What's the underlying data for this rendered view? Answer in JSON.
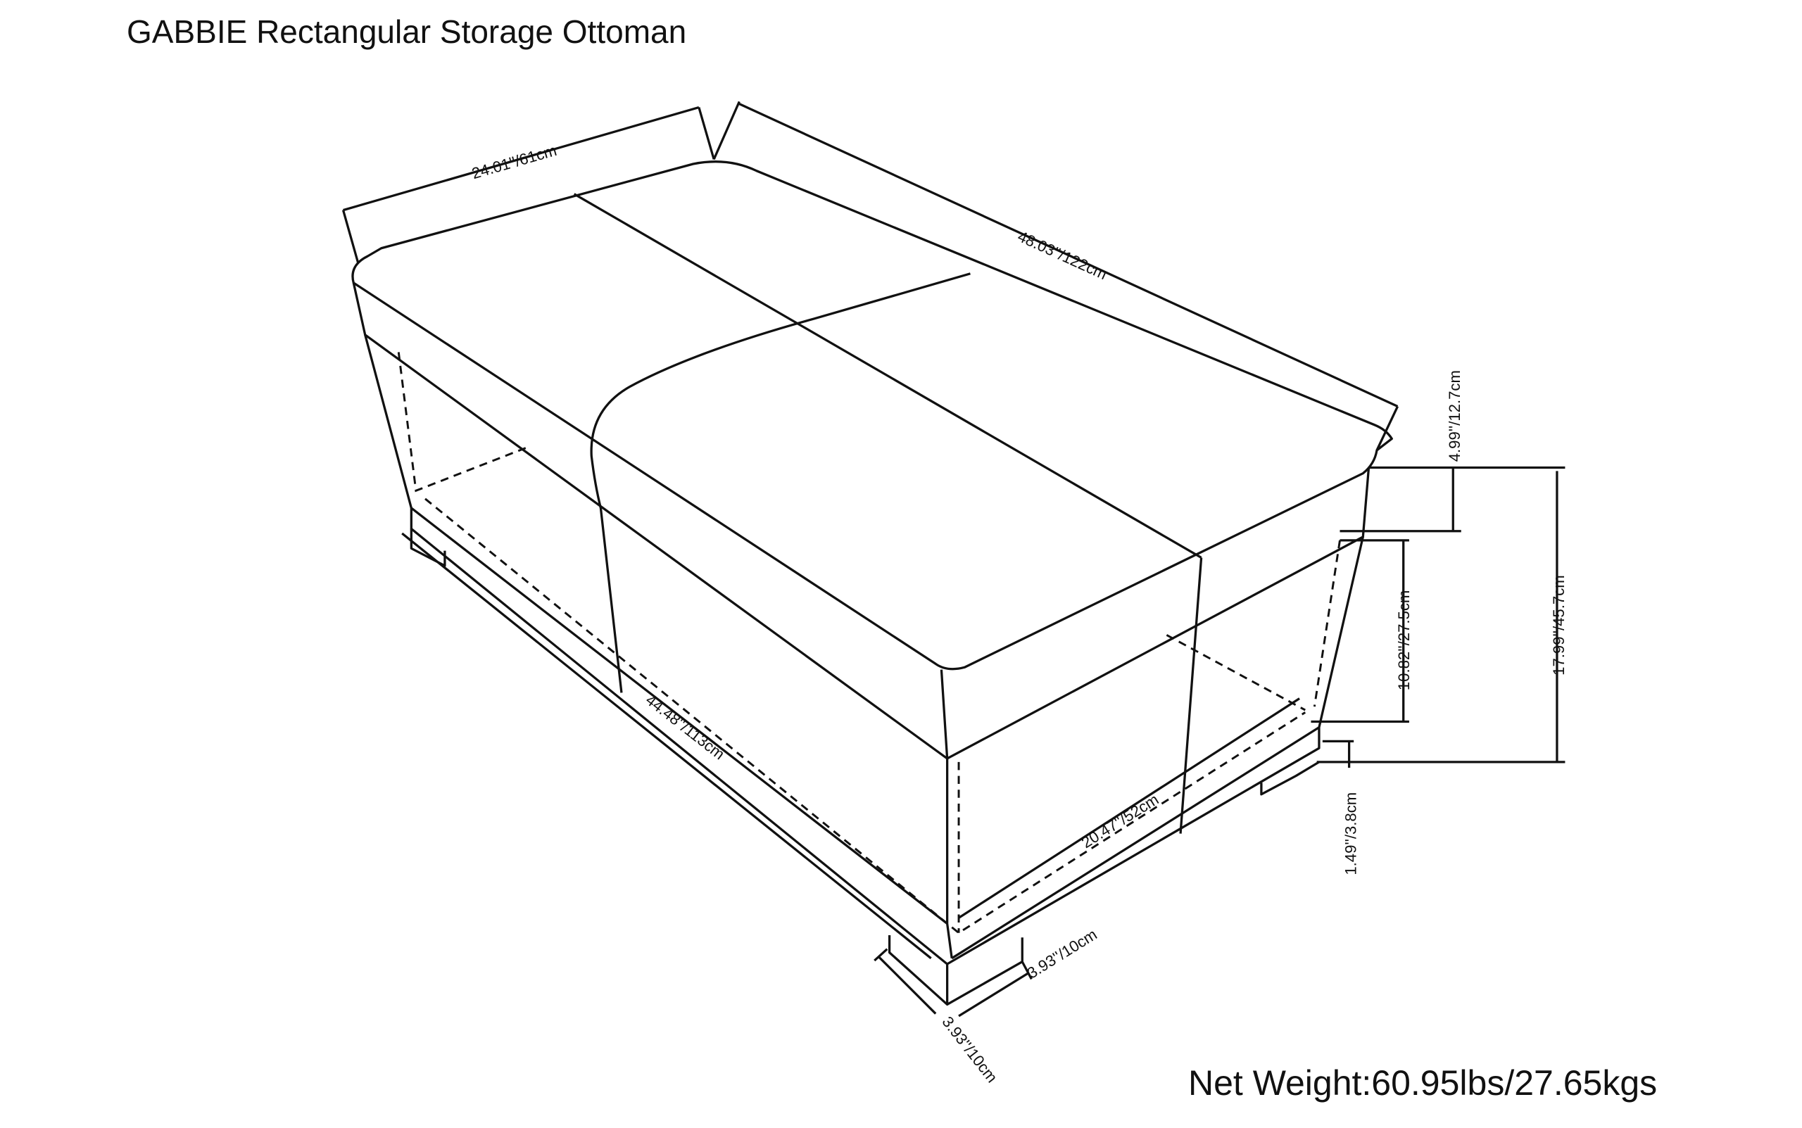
{
  "title": "GABBIE Rectangular Storage Ottoman",
  "net_weight": "Net Weight:60.95lbs/27.65kgs",
  "dimensions": {
    "top_depth": "24.01''/61cm",
    "top_length": "48.03''/122cm",
    "cushion_height": "4.99''/12.7cm",
    "storage_height": "10.82''/27.5cm",
    "total_height": "17.99''/45.7cm",
    "leg_height": "1.49''/3.8cm",
    "base_length": "44.48''/113cm",
    "base_depth": "20.47''/52cm",
    "leg_width": "3.93''/10cm",
    "leg_depth": "3.93''/10cm"
  }
}
